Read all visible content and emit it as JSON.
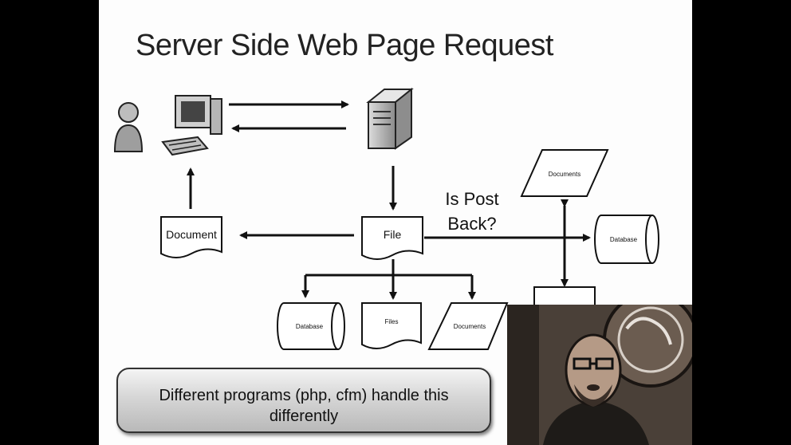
{
  "slide": {
    "title": "Server Side Web Page Request"
  },
  "diagram": {
    "document_label": "Document",
    "file_label": "File",
    "postback_line1": "Is Post",
    "postback_line2": "Back?",
    "top_documents_label": "Documents",
    "right_database_label": "Database",
    "bottom_database_label": "Database",
    "bottom_files_label": "Files",
    "bottom_documents_label": "Documents"
  },
  "callout": {
    "line1": "Different programs (php, cfm) handle this",
    "line2": "differently"
  },
  "colors": {
    "background": "#000000",
    "slide": "#fdfdfd",
    "stroke": "#111111",
    "callout_top": "#f4f4f4",
    "callout_bottom": "#b9b9b9"
  },
  "icons": [
    "user-icon",
    "computer-icon",
    "server-icon"
  ]
}
